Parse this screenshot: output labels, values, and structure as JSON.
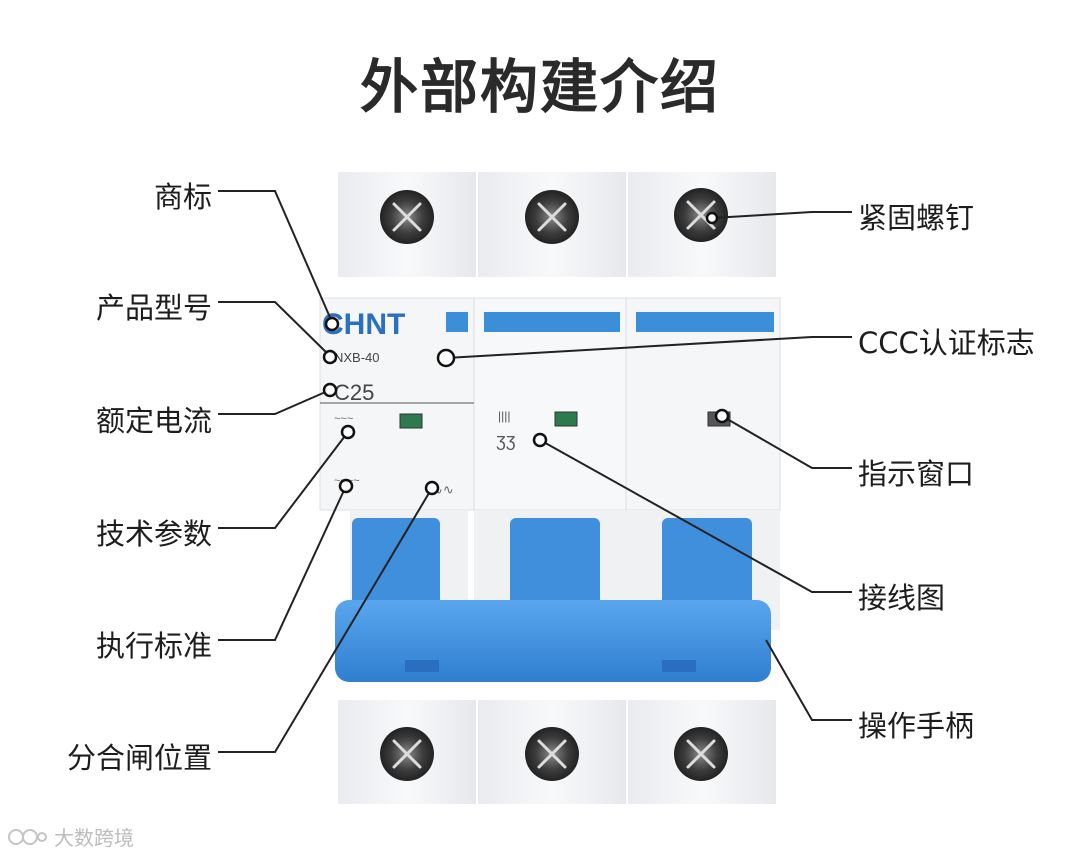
{
  "title": "外部构建介绍",
  "labels_left": [
    "商标",
    "产品型号",
    "额定电流",
    "技术参数",
    "执行标准",
    "分合闸位置"
  ],
  "labels_right": [
    "紧固螺钉",
    "CCC认证标志",
    "指示窗口",
    "接线图",
    "操作手柄"
  ],
  "breaker": {
    "brand": "CHNT",
    "model": "NXB-40",
    "rating": "C25",
    "body_color": "#f4f5f7",
    "accent_color": "#3b8ed8",
    "handle_color": "#4b98e0"
  },
  "watermark": "大数跨境"
}
